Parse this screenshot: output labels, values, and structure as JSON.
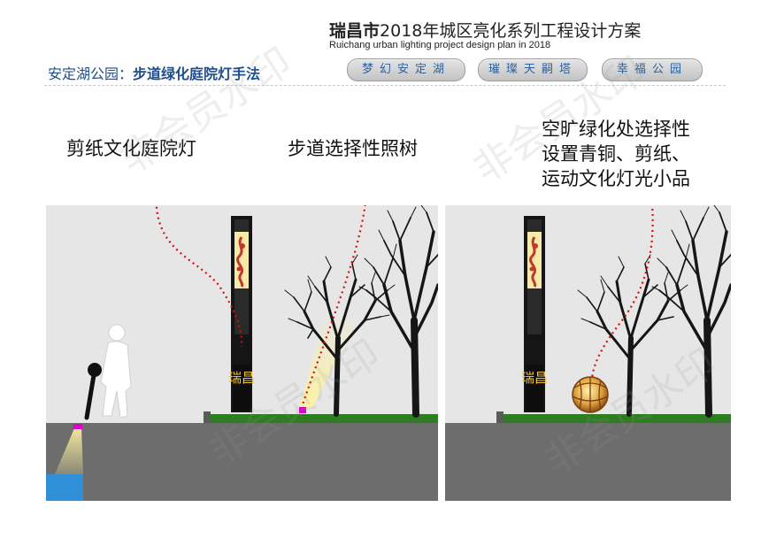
{
  "header": {
    "title_bold": "瑞昌市",
    "title_rest": "2018年城区亮化系列工程设计方案",
    "subtitle": "Ruichang  urban  lighting  project  design plan  in 2018"
  },
  "section": {
    "prefix": "安定湖公园：",
    "title": "步道绿化庭院灯手法"
  },
  "tabs": [
    "梦幻安定湖",
    "璀璨天嗣塔",
    "幸福公园"
  ],
  "labels": {
    "paper_lamp": "剪纸文化庭院灯",
    "path_tree": "步道选择性照树",
    "open_green_1": "空旷绿化处选择性",
    "open_green_2": "设置青铜、剪纸、",
    "open_green_3": "运动文化灯光小品"
  },
  "lamp_text": "瑞昌",
  "watermark": "非会员水印",
  "colors": {
    "section_blue": "#1f4e8c",
    "tab_text": "#2b5f9e",
    "arrow_red": "#d01010",
    "grass": "#2f7d22",
    "ground": "#6d6d6d",
    "sky": "#e6e6e6"
  }
}
